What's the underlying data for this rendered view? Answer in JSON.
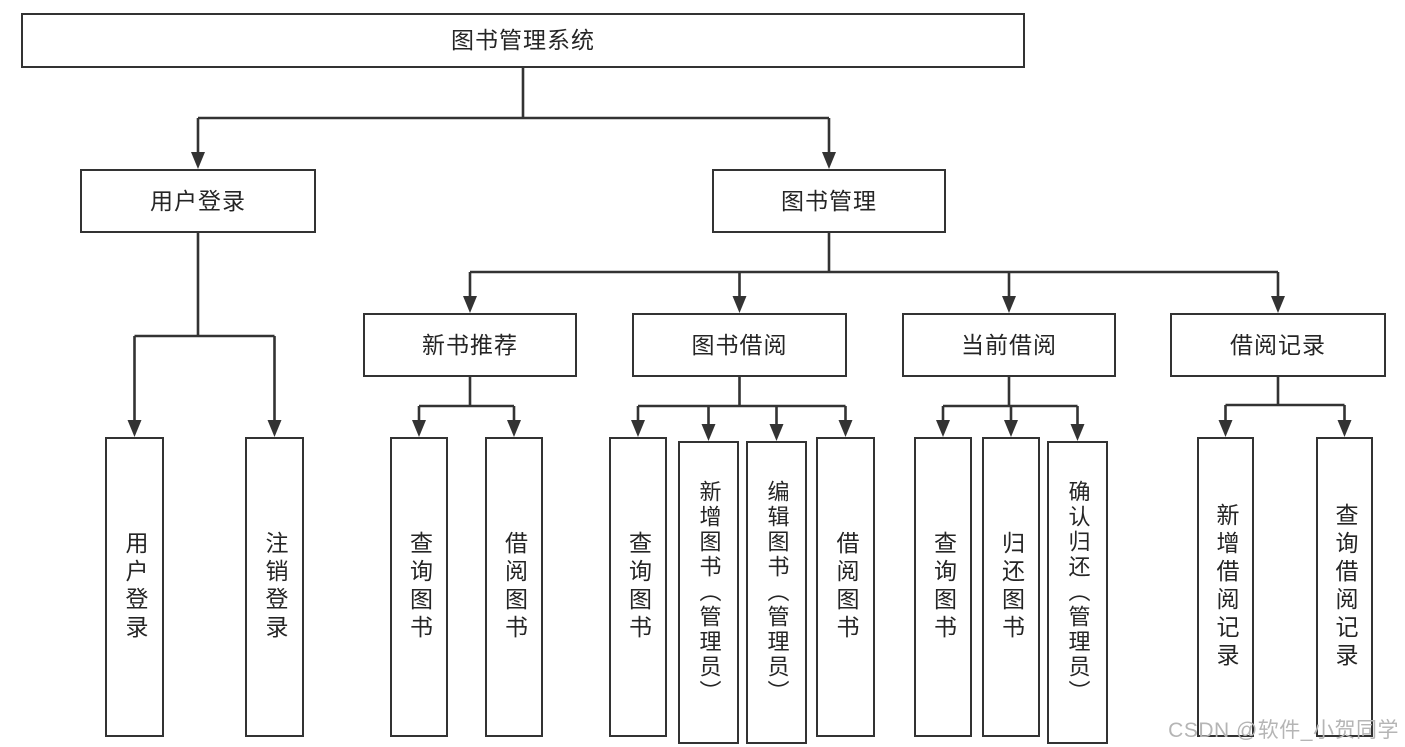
{
  "page": {
    "watermark": "CSDN @软件_小贺同学"
  },
  "colors": {
    "line": "#333333",
    "box_border": "#333333",
    "box_background": "#ffffff",
    "text": "#252525",
    "watermark": "#b5b5b5",
    "page_background": "#ffffff"
  },
  "nodes": {
    "root": "图书管理系统",
    "level1": {
      "user_login": "用户登录",
      "book_mgmt": "图书管理"
    },
    "user_login_children": [
      "用户登录",
      "注销登录"
    ],
    "book_mgmt_groups": [
      {
        "label": "新书推荐",
        "children": [
          "查询图书",
          "借阅图书"
        ]
      },
      {
        "label": "图书借阅",
        "children": [
          "查询图书",
          "新增图书（管理员）",
          "编辑图书（管理员）",
          "借阅图书"
        ]
      },
      {
        "label": "当前借阅",
        "children": [
          "查询图书",
          "归还图书",
          "确认归还（管理员）"
        ]
      },
      {
        "label": "借阅记录",
        "children": [
          "新增借阅记录",
          "查询借阅记录"
        ]
      }
    ]
  }
}
